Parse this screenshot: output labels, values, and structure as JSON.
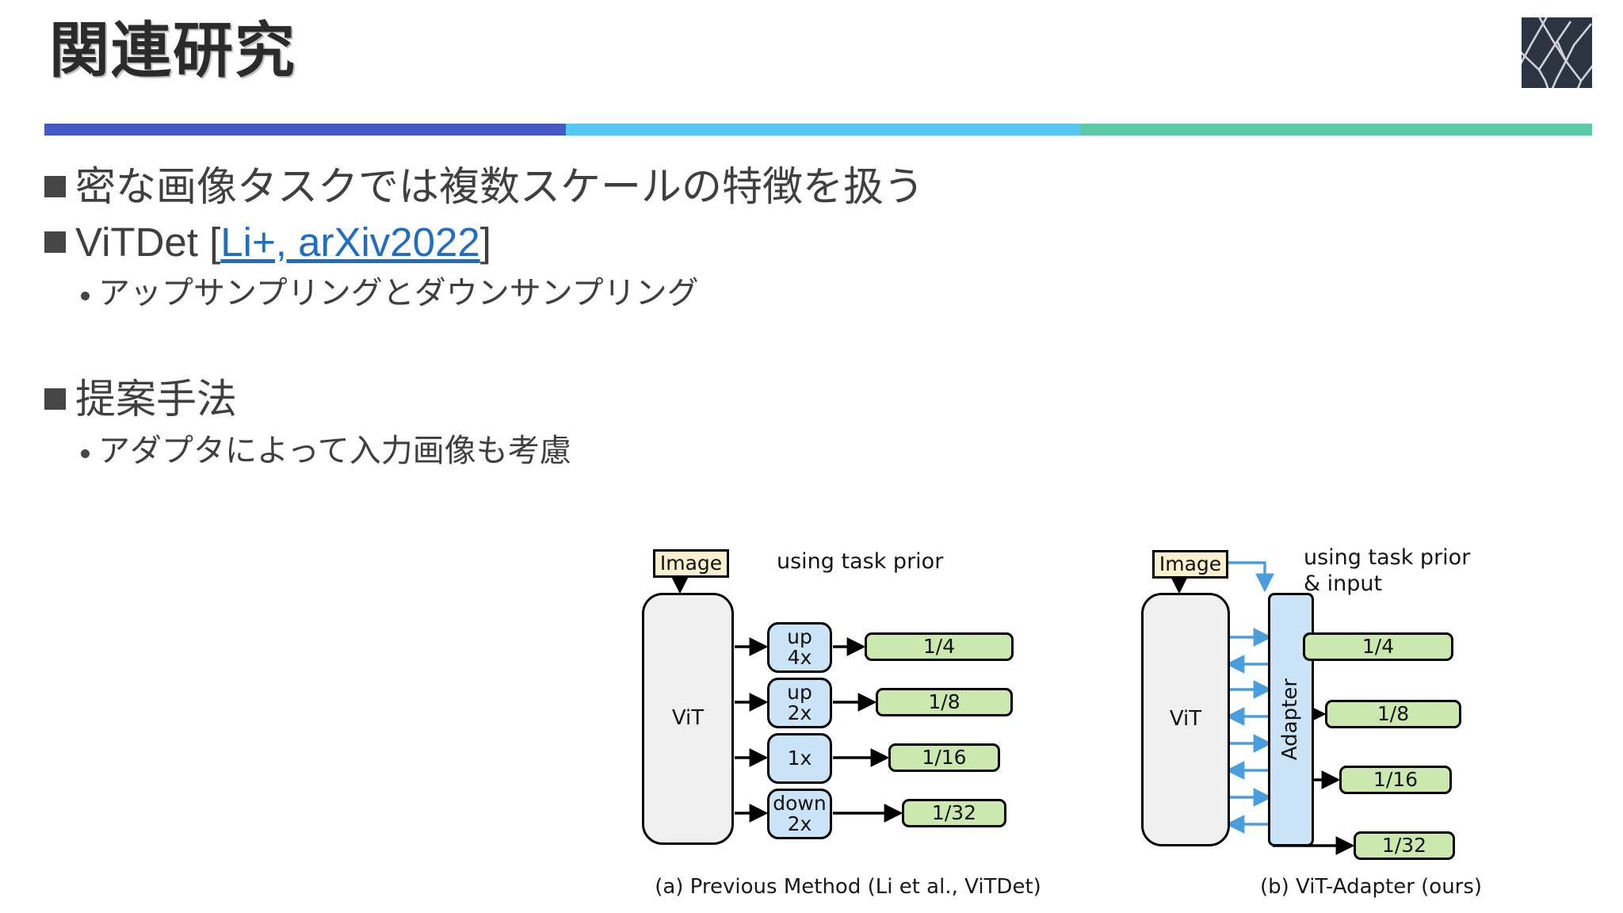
{
  "slide": {
    "title": "関連研究",
    "logo_icon": "network-lattice-logo",
    "rule_colors": [
      "#4558c8",
      "#55c9ef",
      "#5ccba4"
    ]
  },
  "bullets": [
    {
      "level": 1,
      "text": "密な画像タスクでは複数スケールの特徴を扱う"
    },
    {
      "level": 1,
      "prefix": "ViTDet [",
      "link": "Li+, arXiv2022",
      "suffix": "]"
    },
    {
      "level": 2,
      "text": "アップサンプリングとダウンサンプリング"
    },
    {
      "level": 1,
      "text": "提案手法"
    },
    {
      "level": 2,
      "text": "アダプタによって入力画像も考慮"
    }
  ],
  "figure": {
    "panel_a": {
      "caption": "(a) Previous Method (Li et al., ViTDet)",
      "annotation": "using task prior",
      "image_label": "Image",
      "backbone_label": "ViT",
      "ops": [
        {
          "line1": "up",
          "line2": "4x"
        },
        {
          "line1": "up",
          "line2": "2x"
        },
        {
          "line1": "1x",
          "line2": ""
        },
        {
          "line1": "down",
          "line2": "2x"
        }
      ],
      "outputs": [
        "1/4",
        "1/8",
        "1/16",
        "1/32"
      ]
    },
    "panel_b": {
      "caption": "(b) ViT-Adapter (ours)",
      "annotation_line1": "using task prior",
      "annotation_line2": "& input",
      "image_label": "Image",
      "backbone_label": "ViT",
      "adapter_label": "Adapter",
      "outputs": [
        "1/4",
        "1/8",
        "1/16",
        "1/32"
      ]
    }
  }
}
